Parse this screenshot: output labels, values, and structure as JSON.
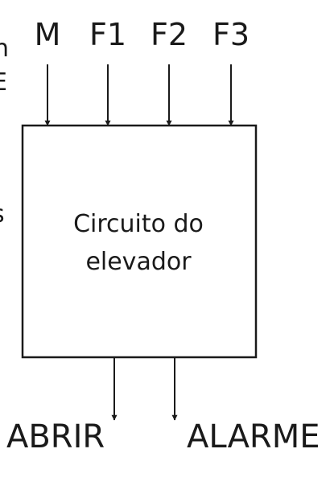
{
  "diagram": {
    "inputs": [
      "M",
      "F1",
      "F2",
      "F3"
    ],
    "outputs": [
      "ABRIR",
      "ALARME"
    ],
    "block": {
      "line1": "Circuito do",
      "line2": "elevador"
    },
    "edge_fragments": {
      "top_a": "n",
      "top_b": "E",
      "mid": "s"
    }
  },
  "colors": {
    "stroke": "#1a1a1a",
    "background": "#ffffff"
  }
}
